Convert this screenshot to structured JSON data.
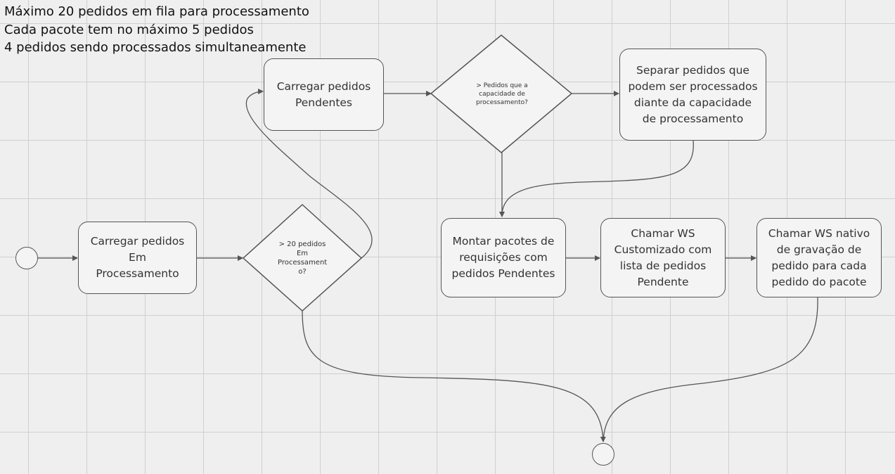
{
  "notes": [
    "Máximo 20 pedidos em fila para processamento",
    "Cada pacote tem no máximo 5 pedidos",
    "4 pedidos sendo processados simultaneamente"
  ],
  "nodes": {
    "carregar_em_processamento": "Carregar pedidos Em Processamento",
    "decision_20_pedidos": "> 20 pedidos Em Processament o?",
    "carregar_pendentes": "Carregar pedidos Pendentes",
    "decision_capacidade": "> Pedidos que a capacidade de processamento?",
    "separar_pedidos": "Separar pedidos que podem ser processados diante da capacidade de processamento",
    "montar_pacotes": "Montar pacotes de requisições com pedidos Pendentes",
    "chamar_ws_customizado": "Chamar WS Customizado com lista de pedidos Pendente",
    "chamar_ws_nativo": "Chamar WS nativo de gravação de pedido para cada pedido do pacote"
  },
  "colors": {
    "line": "#555555",
    "grid": "#cfcfcf",
    "background": "#efefef"
  }
}
